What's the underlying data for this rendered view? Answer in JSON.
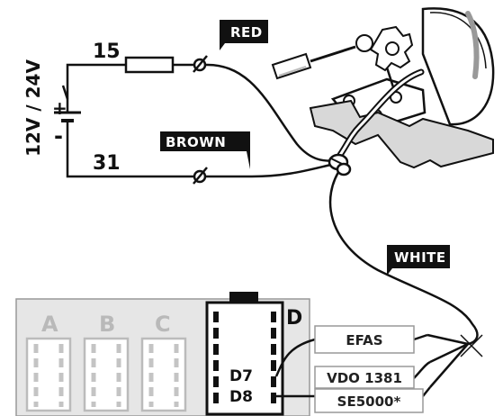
{
  "circuit": {
    "voltage_label": "12V / 24V",
    "plus_sign": "+",
    "minus_sign": "-",
    "terminal_15": "15",
    "terminal_31": "31"
  },
  "wires": {
    "red_label": "RED",
    "brown_label": "BROWN",
    "white_label": "WHITE"
  },
  "connector": {
    "slot_a": "A",
    "slot_b": "B",
    "slot_c": "C",
    "slot_d": "D",
    "pin_d7": "D7",
    "pin_d8": "D8"
  },
  "destinations": {
    "efas": "EFAS",
    "vdo": "VDO 1381",
    "se": "SE5000*"
  },
  "colors": {
    "line": "#111111",
    "tag_bg": "#111111",
    "connector_bg": "#e6e6e6",
    "slot_gray": "#c4c4c4",
    "tachograph_gray": "#d8d8d8"
  }
}
